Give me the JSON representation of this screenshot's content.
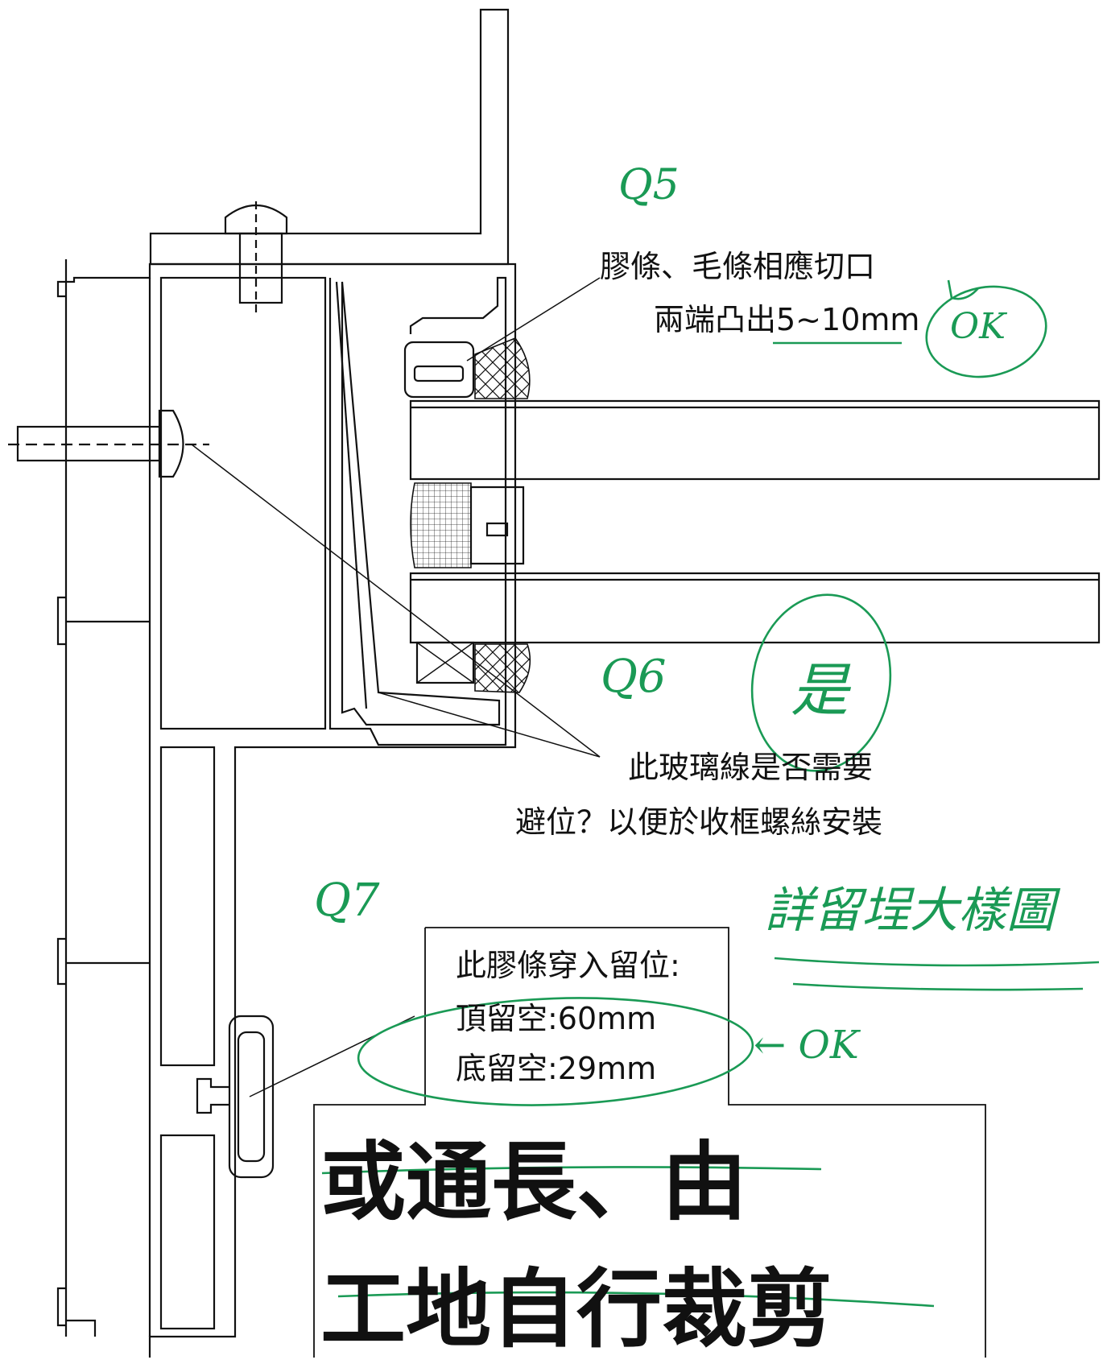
{
  "annotations": {
    "q5_note_line1": "膠條、毛條相應切口",
    "q5_note_line2": "兩端凸出5~10mm",
    "q6_note_line1": "此玻璃線是否需要",
    "q6_note_line2": "避位？以便於收框螺絲安裝",
    "q7_note_line1": "此膠條穿入留位:",
    "q7_note_line2": "頂留空:60mm",
    "q7_note_line3": "底留空:29mm",
    "big_note_line1": "或通長、由",
    "big_note_line2": "工地自行裁剪"
  },
  "handwritten": {
    "q5_label": "Q5",
    "q5_reply": "OK",
    "q6_label": "Q6",
    "q6_reply": "是",
    "q7_label": "Q7",
    "q7_reply": "← OK",
    "q6_side_note": "詳留埕大樣圖"
  },
  "colors": {
    "ink": "#111111",
    "markup": "#1a9a55"
  }
}
